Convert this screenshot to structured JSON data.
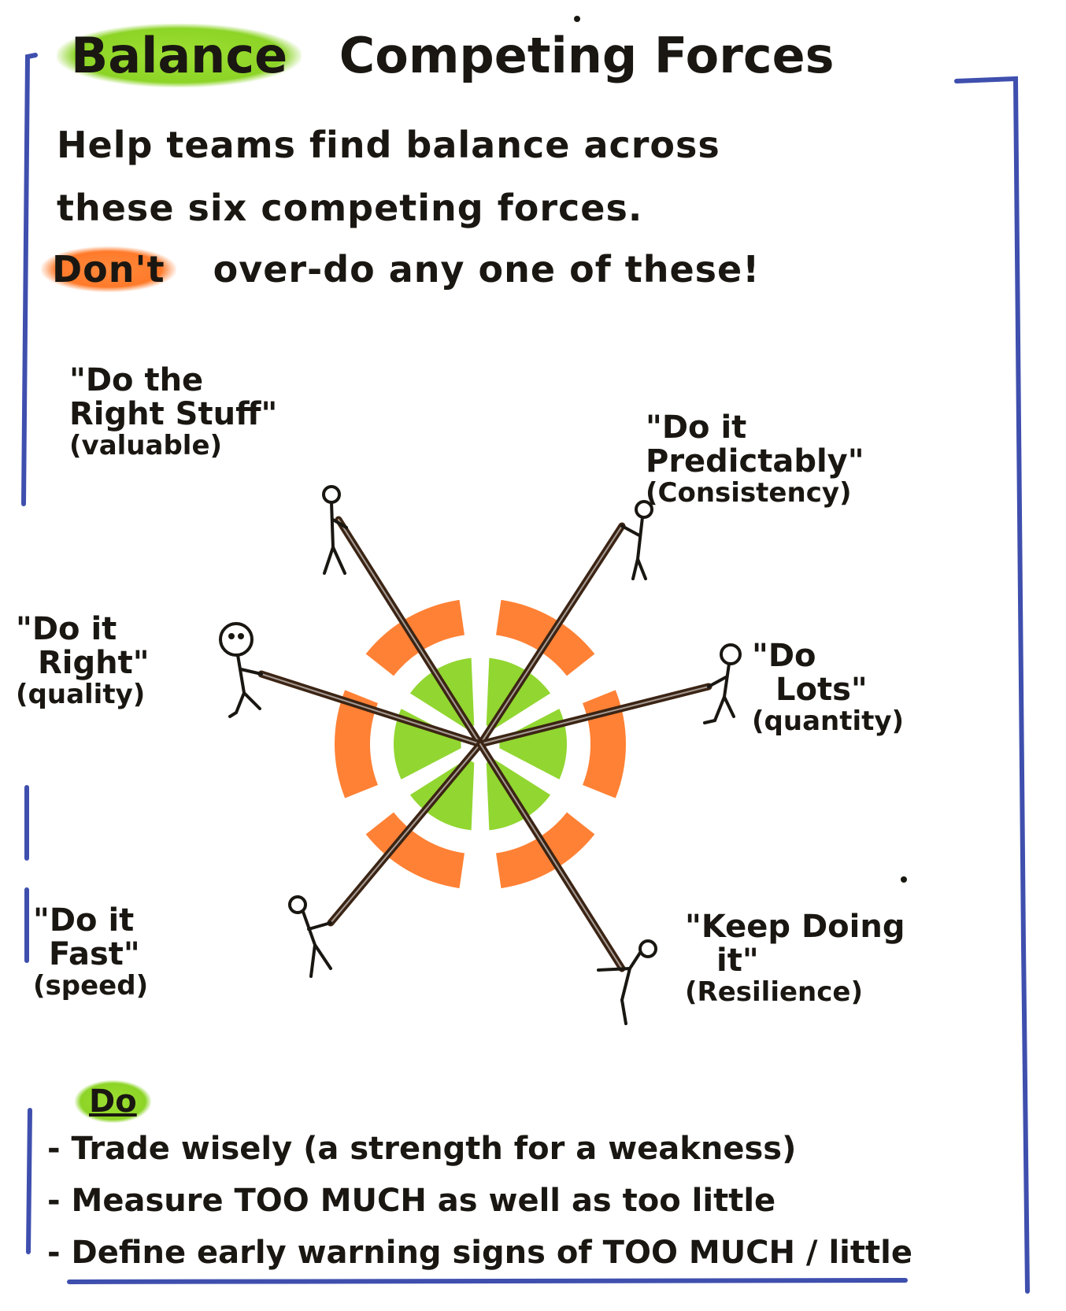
{
  "title": {
    "highlight": "Balance",
    "rest": "Competing Forces"
  },
  "intro": {
    "line1": "Help teams find balance across",
    "line2": "these six competing forces.",
    "warn": "Don't",
    "line3": "over-do any one of these!"
  },
  "forces": [
    {
      "id": "valuable",
      "line1": "\"Do the",
      "line2": "Right Stuff\"",
      "sub": "(valuable)"
    },
    {
      "id": "consistency",
      "line1": "\"Do it",
      "line2": "Predictably\"",
      "sub": "(Consistency)"
    },
    {
      "id": "quality",
      "line1": "\"Do it",
      "line2": "Right\"",
      "sub": "(quality)"
    },
    {
      "id": "quantity",
      "line1": "\"Do",
      "line2": "Lots\"",
      "sub": "(quantity)"
    },
    {
      "id": "speed",
      "line1": "\"Do it",
      "line2": "Fast\"",
      "sub": "(speed)"
    },
    {
      "id": "resilience",
      "line1": "\"Keep Doing",
      "line2": "it\"",
      "sub": "(Resilience)"
    }
  ],
  "do_section": {
    "heading": "Do",
    "items": [
      "- Trade wisely (a strength for a weakness)",
      "- Measure TOO MUCH as well as too little",
      "- Define early warning signs of TOO MUCH / little"
    ]
  },
  "colors": {
    "ink": "#1a1712",
    "rope": "#3b2414",
    "green": "#8cd426",
    "orange": "#ff7a2a",
    "border": "#3f4fae"
  }
}
